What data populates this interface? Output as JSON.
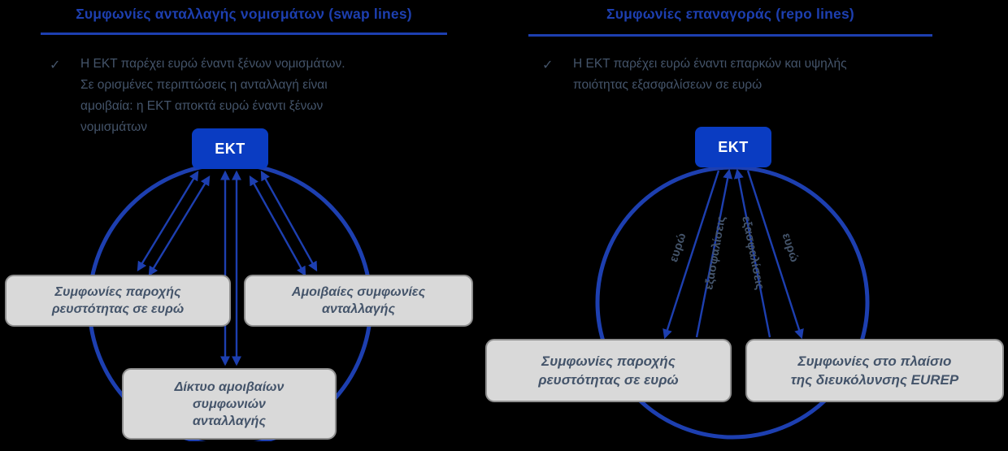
{
  "colors": {
    "accent_blue": "#1d3fb0",
    "ekt_box_blue": "#0a3cc2",
    "body_text": "#44546a",
    "box_fill": "#d9d9d9",
    "box_border": "#8f8f8f",
    "background": "#000000"
  },
  "left_panel": {
    "title": "Συμφωνίες ανταλλαγής νομισμάτων (swap lines)",
    "check": "✓",
    "bullet": "Η ΕΚΤ παρέχει ευρώ έναντι ξένων νομισμάτων.\nΣε ορισμένες περιπτώσεις η ανταλλαγή είναι\nαμοιβαία: η ΕΚΤ αποκτά ευρώ έναντι ξένων\nνομισμάτων",
    "ekt": "ΕΚΤ",
    "box_left": "Συμφωνίες παροχής\nρευστότητας σε ευρώ",
    "box_right": "Αμοιβαίες συμφωνίες\nανταλλαγής",
    "box_bottom": "Δίκτυο αμοιβαίων\nσυμφωνιών\nανταλλαγής"
  },
  "right_panel": {
    "title": "Συμφωνίες επαναγοράς (repo lines)",
    "check": "✓",
    "bullet": "Η ΕΚΤ παρέχει ευρώ έναντι επαρκών και υψηλής\nποιότητας εξασφαλίσεων σε ευρώ",
    "ekt": "ΕΚΤ",
    "box_left": "Συμφωνίες παροχής\nρευστότητας σε ευρώ",
    "box_right": "Συμφωνίες στο πλαίσιο\nτης διευκόλυνσης EUREP",
    "label_euro_left": "ευρώ",
    "label_collateral_left": "εξασφαλίσεις",
    "label_collateral_right": "εξασφαλίσεις",
    "label_euro_right": "ευρώ"
  }
}
